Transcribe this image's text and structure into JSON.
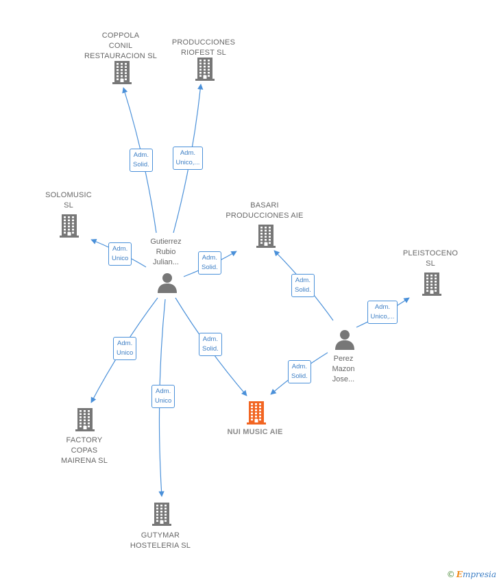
{
  "colors": {
    "company": "#777777",
    "focal": "#f26522",
    "person": "#777777",
    "edge": "#4a90d9"
  },
  "companies": [
    {
      "id": "coppola",
      "label": "COPPOLA\nCONIL\nRESTAURACION SL"
    },
    {
      "id": "riofest",
      "label": "PRODUCCIONES\nRIOFEST  SL"
    },
    {
      "id": "solomusic",
      "label": "SOLOMUSIC\nSL"
    },
    {
      "id": "basari",
      "label": "BASARI\nPRODUCCIONES AIE"
    },
    {
      "id": "pleistoceno",
      "label": "PLEISTOCENO\nSL"
    },
    {
      "id": "factory",
      "label": "FACTORY\nCOPAS\nMAIRENA SL"
    },
    {
      "id": "gutymar",
      "label": "GUTYMAR\nHOSTELERIA SL"
    },
    {
      "id": "nui",
      "label": "NUI MUSIC AIE",
      "focal": true
    }
  ],
  "persons": [
    {
      "id": "gutierrez",
      "label": "Gutierrez\nRubio\nJulian..."
    },
    {
      "id": "perez",
      "label": "Perez\nMazon\nJose..."
    }
  ],
  "edges": [
    {
      "from": "gutierrez",
      "to": "coppola",
      "label": "Adm.\nSolid."
    },
    {
      "from": "gutierrez",
      "to": "riofest",
      "label": "Adm.\nUnico,..."
    },
    {
      "from": "gutierrez",
      "to": "solomusic",
      "label": "Adm.\nUnico"
    },
    {
      "from": "gutierrez",
      "to": "basari",
      "label": "Adm.\nSolid."
    },
    {
      "from": "gutierrez",
      "to": "factory",
      "label": "Adm.\nUnico"
    },
    {
      "from": "gutierrez",
      "to": "gutymar",
      "label": "Adm.\nUnico"
    },
    {
      "from": "gutierrez",
      "to": "nui",
      "label": "Adm.\nSolid."
    },
    {
      "from": "perez",
      "to": "basari",
      "label": "Adm.\nSolid."
    },
    {
      "from": "perez",
      "to": "pleistoceno",
      "label": "Adm.\nUnico,..."
    },
    {
      "from": "perez",
      "to": "nui",
      "label": "Adm.\nSolid."
    }
  ],
  "brand": {
    "copyright": "©",
    "initial": "E",
    "name": "mpresia"
  }
}
